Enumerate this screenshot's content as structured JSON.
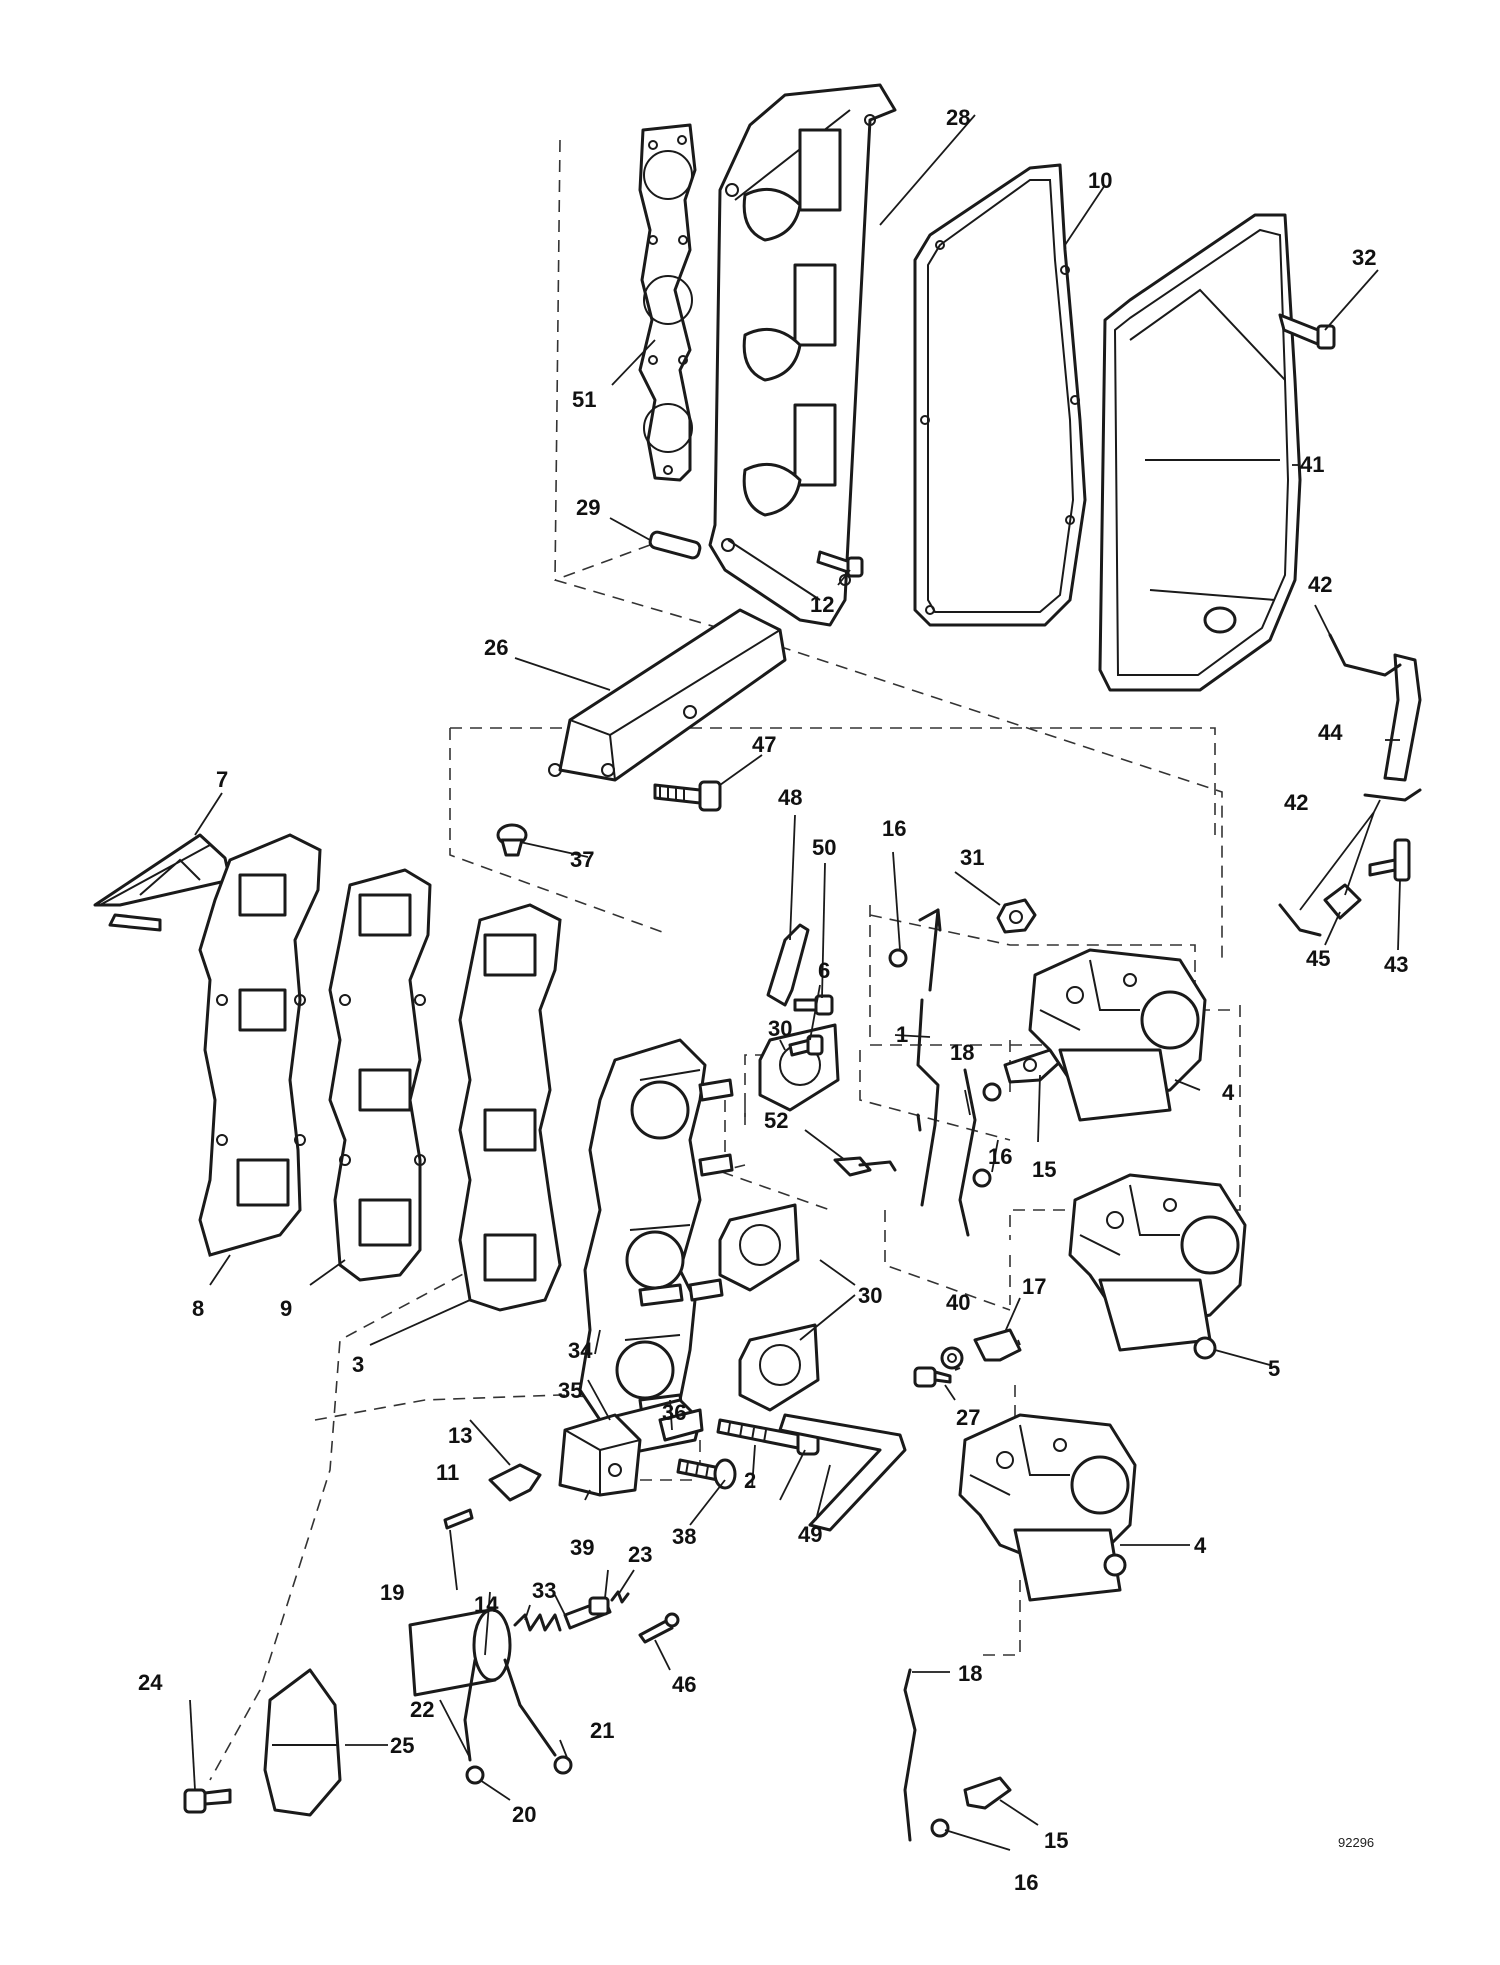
{
  "figure_id": "92296",
  "callouts": [
    {
      "id": "c1",
      "text": "1"
    },
    {
      "id": "c2",
      "text": "2"
    },
    {
      "id": "c3",
      "text": "3"
    },
    {
      "id": "c4a",
      "text": "4"
    },
    {
      "id": "c4b",
      "text": "4"
    },
    {
      "id": "c5",
      "text": "5"
    },
    {
      "id": "c6",
      "text": "6"
    },
    {
      "id": "c7",
      "text": "7"
    },
    {
      "id": "c8",
      "text": "8"
    },
    {
      "id": "c9",
      "text": "9"
    },
    {
      "id": "c10",
      "text": "10"
    },
    {
      "id": "c11",
      "text": "11"
    },
    {
      "id": "c12",
      "text": "12"
    },
    {
      "id": "c13",
      "text": "13"
    },
    {
      "id": "c14",
      "text": "14"
    },
    {
      "id": "c15a",
      "text": "15"
    },
    {
      "id": "c15b",
      "text": "15"
    },
    {
      "id": "c16a",
      "text": "16"
    },
    {
      "id": "c16b",
      "text": "16"
    },
    {
      "id": "c16c",
      "text": "16"
    },
    {
      "id": "c17",
      "text": "17"
    },
    {
      "id": "c18a",
      "text": "18"
    },
    {
      "id": "c18b",
      "text": "18"
    },
    {
      "id": "c19",
      "text": "19"
    },
    {
      "id": "c20",
      "text": "20"
    },
    {
      "id": "c21",
      "text": "21"
    },
    {
      "id": "c22",
      "text": "22"
    },
    {
      "id": "c23",
      "text": "23"
    },
    {
      "id": "c24",
      "text": "24"
    },
    {
      "id": "c25",
      "text": "25"
    },
    {
      "id": "c26",
      "text": "26"
    },
    {
      "id": "c27",
      "text": "27"
    },
    {
      "id": "c28",
      "text": "28"
    },
    {
      "id": "c29",
      "text": "29"
    },
    {
      "id": "c30a",
      "text": "30"
    },
    {
      "id": "c30b",
      "text": "30"
    },
    {
      "id": "c31",
      "text": "31"
    },
    {
      "id": "c32",
      "text": "32"
    },
    {
      "id": "c33",
      "text": "33"
    },
    {
      "id": "c34",
      "text": "34"
    },
    {
      "id": "c35",
      "text": "35"
    },
    {
      "id": "c36",
      "text": "36"
    },
    {
      "id": "c37",
      "text": "37"
    },
    {
      "id": "c38",
      "text": "38"
    },
    {
      "id": "c39",
      "text": "39"
    },
    {
      "id": "c40",
      "text": "40"
    },
    {
      "id": "c41",
      "text": "41"
    },
    {
      "id": "c42a",
      "text": "42"
    },
    {
      "id": "c42b",
      "text": "42"
    },
    {
      "id": "c43",
      "text": "43"
    },
    {
      "id": "c44",
      "text": "44"
    },
    {
      "id": "c45",
      "text": "45"
    },
    {
      "id": "c46",
      "text": "46"
    },
    {
      "id": "c47",
      "text": "47"
    },
    {
      "id": "c48",
      "text": "48"
    },
    {
      "id": "c49",
      "text": "49"
    },
    {
      "id": "c50",
      "text": "50"
    },
    {
      "id": "c51",
      "text": "51"
    },
    {
      "id": "c52",
      "text": "52"
    }
  ]
}
